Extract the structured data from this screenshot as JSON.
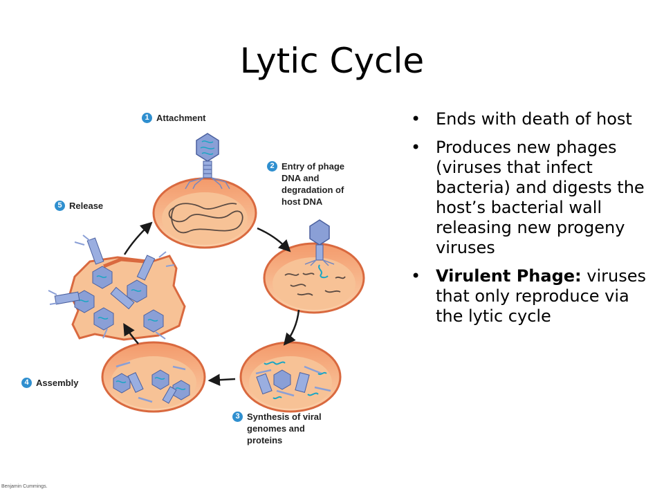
{
  "slide": {
    "title": "Lytic Cycle",
    "bullets": [
      {
        "bold": "",
        "text": "Ends with death of host"
      },
      {
        "bold": "",
        "text": "Produces new phages (viruses that infect bacteria) and digests the host’s bacterial wall releasing new progeny viruses"
      },
      {
        "bold": "Virulent Phage:",
        "text": " viruses that only reproduce via the lytic cycle"
      }
    ],
    "bullet_char": "•"
  },
  "diagram": {
    "steps": [
      {
        "num": "1",
        "label": "Attachment"
      },
      {
        "num": "2",
        "label": "Entry of phage DNA and degradation of host DNA"
      },
      {
        "num": "3",
        "label": "Synthesis of viral genomes and proteins"
      },
      {
        "num": "4",
        "label": "Assembly"
      },
      {
        "num": "5",
        "label": "Release"
      }
    ],
    "credit": "Benjamin Cummings.",
    "colors": {
      "cell_fill": "#f7c296",
      "cell_rim": "#d9693f",
      "dna": "#5a4a42",
      "phage": "#8a9fd6",
      "phage_dna": "#19a6c4",
      "badge": "#2f8fcf",
      "arrow": "#1a1a1a"
    }
  }
}
